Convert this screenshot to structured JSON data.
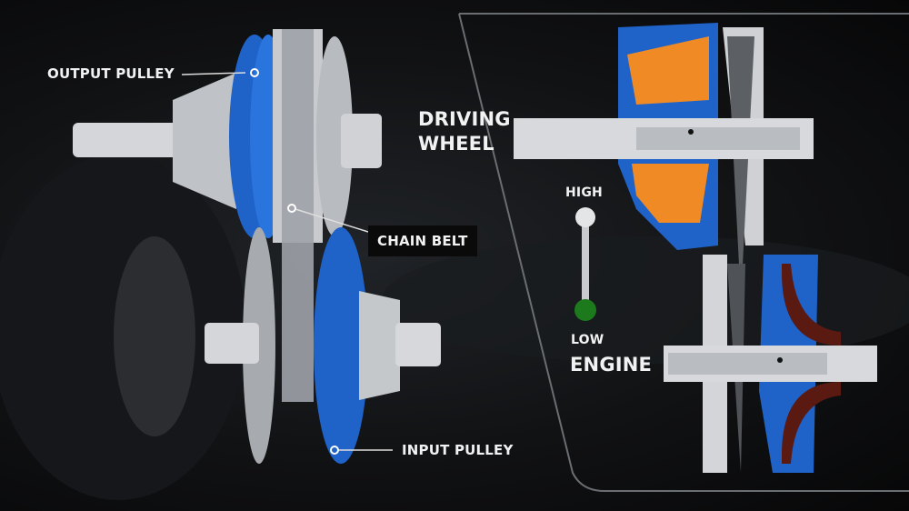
{
  "labels": {
    "output_pulley": "OUTPUT PULLEY",
    "chain_belt": "CHAIN BELT",
    "input_pulley": "INPUT PULLEY",
    "driving_wheel_line1": "DRIVING",
    "driving_wheel_line2": "WHEEL",
    "high": "HIGH",
    "low": "LOW",
    "engine": "ENGINE"
  },
  "ratio_indicator": {
    "position": "low",
    "level_fraction": 0.0
  },
  "colors": {
    "pulley_blue": "#1f63c9",
    "orange_fill": "#f08a24",
    "indicator_green": "#1c7a1c",
    "metal": "#c9cbcf"
  }
}
